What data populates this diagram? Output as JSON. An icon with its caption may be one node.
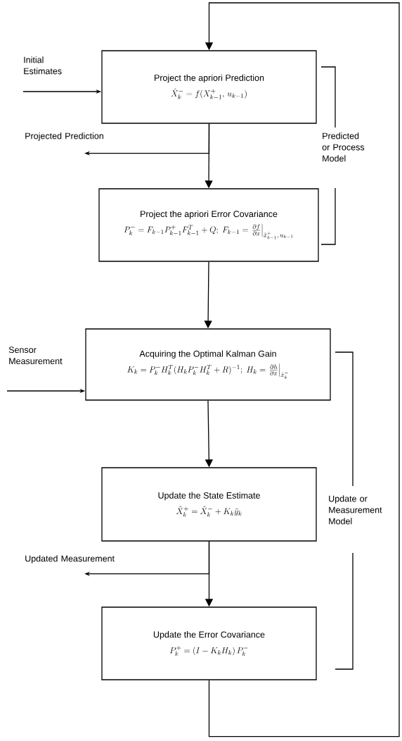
{
  "diagram": {
    "nodes": [
      {
        "text": [
          "Project the apriori Prediction",
          "\\hat{X}_k^{-} = f(X_{k-1}^{+},\\, u_{k-1})"
        ]
      },
      {
        "text": [
          "Project the apriori Error Covariance",
          "P_k^{-} = F_{k-1} P_{k-1}^{+} F_{k-1}^{T} + Q;\\; F_{k-1} = \\left.\\frac{\\partial f}{\\partial x}\\right|_{\\hat{x}_{k-1}^{+},\\, u_{k-1}}"
        ]
      },
      {
        "text": [
          "Acquiring the Optimal Kalman Gain",
          "K_k = P_k^{-} H_k^{T} (H_k P_k^{-} H_k^{T} + R)^{-1};\\; H_k = \\left.\\frac{\\partial h}{\\partial x}\\right|_{\\hat{x}_k^{-}}"
        ]
      },
      {
        "text": [
          "Update the State Estimate",
          "\\hat{X}_k^{+} = \\hat{X}_k^{-} + K_k \\tilde{y}_k"
        ]
      },
      {
        "text": [
          "Update the Error Covariance",
          "P_k^{+} = (I - K_k H_k)\\, P_k^{-}"
        ]
      },
      {
        "text": [
          "Initial Estimates"
        ]
      },
      {
        "text": [
          "Projected Prediction"
        ]
      },
      {
        "text": [
          "Sensor Measurement"
        ]
      },
      {
        "text": [
          "Updated Measurement"
        ]
      }
    ],
    "edges": [
      {
        "from": 5,
        "to": 0,
        "arrow": "to"
      },
      {
        "from": 0,
        "to": 1,
        "arrow": "to"
      },
      {
        "from": 0,
        "to": 6,
        "arrow": "to"
      },
      {
        "from": 1,
        "to": 2,
        "arrow": "to"
      },
      {
        "from": 7,
        "to": 2,
        "arrow": "to"
      },
      {
        "from": 2,
        "to": 3,
        "arrow": "to"
      },
      {
        "from": 3,
        "to": 4,
        "arrow": "to"
      },
      {
        "from": 3,
        "to": 8,
        "arrow": "to"
      },
      {
        "from": 4,
        "to": 0,
        "arrow": "to"
      }
    ],
    "labels": [
      "Predicted or Process Model",
      "Update or Measurement Model"
    ]
  }
}
